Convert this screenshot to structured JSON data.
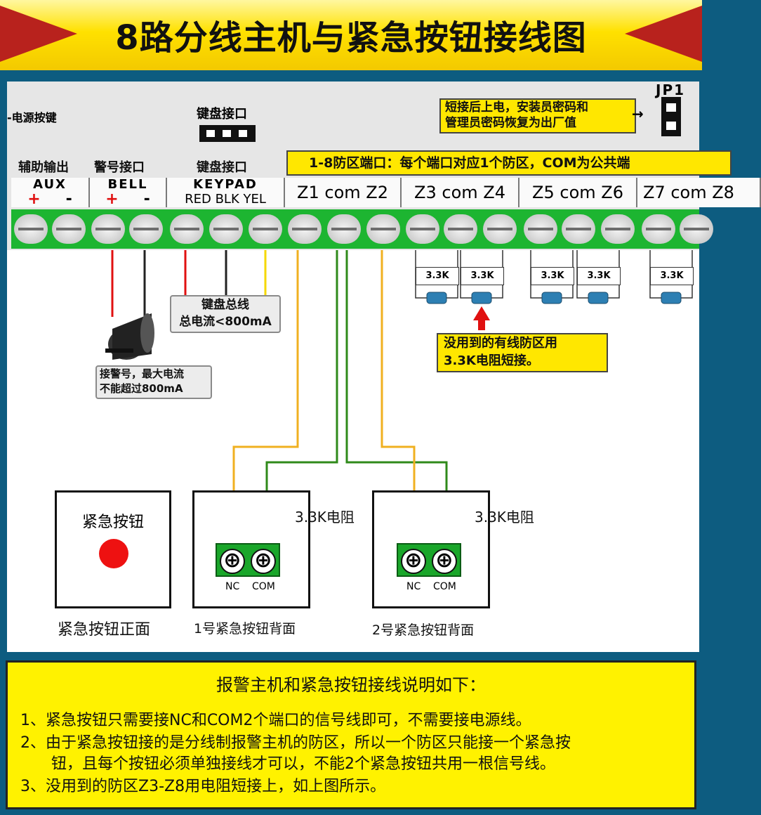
{
  "title": "8路分线主机与紧急按钮接线图",
  "board": {
    "power_key_label": "电源按键",
    "keypad_port_top": "键盘接口",
    "jp1": "JP1",
    "jp1_note": [
      "短接后上电，安装员密码和",
      "管理员密码恢复为出厂值"
    ],
    "aux_out_label": "辅助输出",
    "bell_port_label": "警号接口",
    "keypad_port_label": "键盘接口",
    "zone_port_note": "1-8防区端口：每个端口对应1个防区，COM为公共端",
    "aux": {
      "name": "AUX",
      "plus": "+",
      "minus": "-"
    },
    "bell": {
      "name": "BELL",
      "plus": "+",
      "minus": "-"
    },
    "keypad": {
      "name": "KEYPAD",
      "red": "RED",
      "blk": "BLK",
      "yel": "YEL"
    },
    "zones": [
      "Z1 com Z2",
      "Z3 com  Z4",
      "Z5 com Z6",
      "Z7 com Z8"
    ]
  },
  "resistors": [
    "3.3K",
    "3.3K",
    "3.3K",
    "3.3K",
    "3.3K"
  ],
  "keypad_bus": [
    "键盘总线",
    "总电流<800mA"
  ],
  "siren_note": [
    "接警号，最大电流",
    "不能超过800mA"
  ],
  "unused_zone_note": [
    "没用到的有线防区用",
    "3.3K电阻短接。"
  ],
  "buttons": {
    "front_title": "紧急按钮",
    "front_caption": "紧急按钮正面",
    "back1_caption": "1号紧急按钮背面",
    "back2_caption": "2号紧急按钮背面",
    "resistor_label": "3.3K电阻",
    "nc": "NC",
    "com": "COM",
    "plus": "⊕"
  },
  "notes": {
    "title": "报警主机和紧急按钮接线说明如下：",
    "line1": "1、紧急按钮只需要接NC和COM2个端口的信号线即可，不需要接电源线。",
    "line2a": "2、由于紧急按钮接的是分线制报警主机的防区，所以一个防区只能接一个紧急按",
    "line2b": "钮，且每个按钮必须单独接线才可以，不能2个紧急按钮共用一根信号线。",
    "line3": "3、没用到的防区Z3-Z8用电阻短接上，如上图所示。"
  },
  "colors": {
    "banner": "#ffe100",
    "background": "#0d5c80",
    "terminal": "#1db531",
    "red_wire": "#e01010",
    "yellow_wire": "#f0b020",
    "green_wire": "#2f8a1a",
    "alarm_button": "#ee1111"
  }
}
